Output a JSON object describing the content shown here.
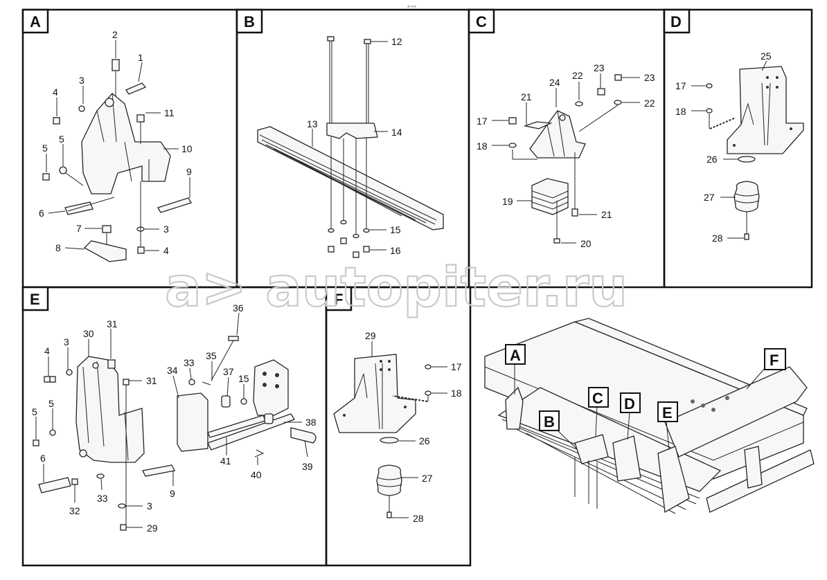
{
  "header_code": "ᵃᵇ ᵉᵉᵉ",
  "watermark": "a> autopiter.ru",
  "panels": {
    "A": {
      "letter": "A",
      "callouts": [
        "2",
        "1",
        "3",
        "4",
        "11",
        "5",
        "5",
        "10",
        "9",
        "6",
        "7",
        "3",
        "8",
        "4"
      ]
    },
    "B": {
      "letter": "B",
      "callouts": [
        "12",
        "13",
        "14",
        "15",
        "16"
      ]
    },
    "C": {
      "letter": "C",
      "callouts": [
        "24",
        "22",
        "23",
        "23",
        "21",
        "22",
        "17",
        "18",
        "19",
        "21",
        "20"
      ]
    },
    "D": {
      "letter": "D",
      "callouts": [
        "25",
        "17",
        "18",
        "26",
        "27",
        "28"
      ]
    },
    "E": {
      "letter": "E",
      "callouts": [
        "36",
        "31",
        "30",
        "4",
        "3",
        "35",
        "34",
        "33",
        "31",
        "37",
        "15",
        "5",
        "5",
        "38",
        "6",
        "41",
        "39",
        "40",
        "9",
        "32",
        "33",
        "3",
        "29"
      ]
    },
    "F": {
      "letter": "F",
      "callouts": [
        "29",
        "17",
        "18",
        "26",
        "27",
        "28"
      ]
    }
  },
  "overview": {
    "tags": [
      "A",
      "B",
      "C",
      "D",
      "E",
      "F"
    ]
  }
}
